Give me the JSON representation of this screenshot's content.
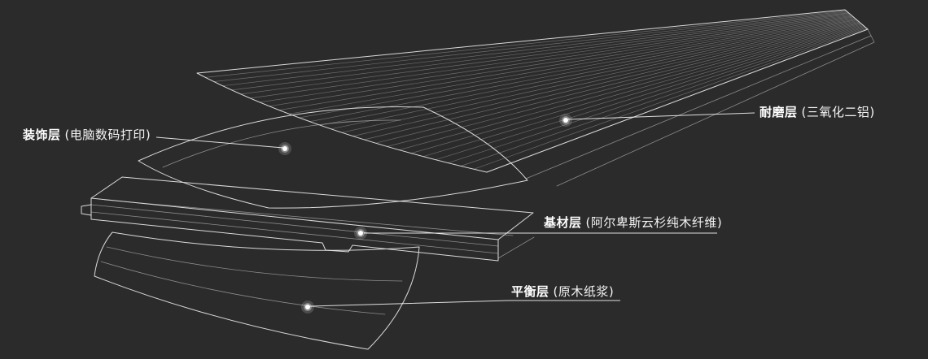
{
  "page": {
    "background_color": "#2b2b2b",
    "line_color": "#ffffff"
  },
  "diagram": {
    "type": "exploded-layer-diagram",
    "labels": [
      {
        "id": "wear-layer",
        "name": "耐磨层",
        "detail": "(三氧化二铝)"
      },
      {
        "id": "decor-layer",
        "name": "装饰层",
        "detail": "(电脑数码打印)"
      },
      {
        "id": "base-layer",
        "name": "基材层",
        "detail": "(阿尔卑斯云杉纯木纤维)"
      },
      {
        "id": "balance-layer",
        "name": "平衡层",
        "detail": "(原木纸浆)"
      }
    ]
  }
}
